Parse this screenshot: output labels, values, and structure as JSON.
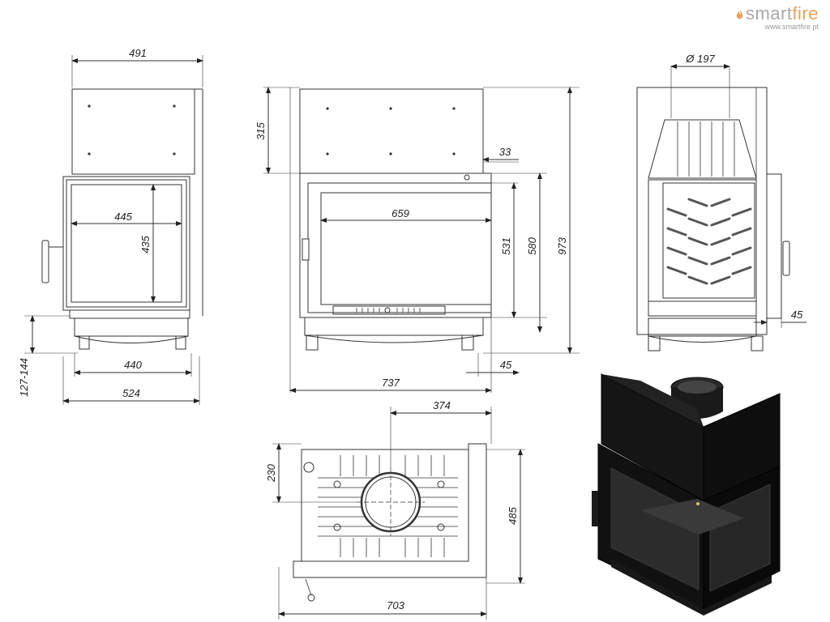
{
  "brand": {
    "name_a": "smart",
    "name_b": "fire",
    "url": "www.smartfire.pt",
    "flame_color": "#e8a25a",
    "text_color": "#a8a8a8"
  },
  "dimensions": {
    "side_top_width": "491",
    "side_door_width": "445",
    "side_door_height": "435",
    "side_leg_span": "440",
    "side_total_width": "524",
    "side_leg_height": "127-144",
    "front_top_height": "315",
    "front_door_width": "659",
    "front_offset": "33",
    "front_door_h1": "531",
    "front_door_h2": "580",
    "front_total_height": "973",
    "front_leg_offset": "45",
    "front_total_width": "737",
    "right_flue": "Ø 197",
    "right_side_offset": "45",
    "top_flue_offset": "374",
    "top_flue_depth": "230",
    "top_depth": "485",
    "top_width": "703"
  }
}
